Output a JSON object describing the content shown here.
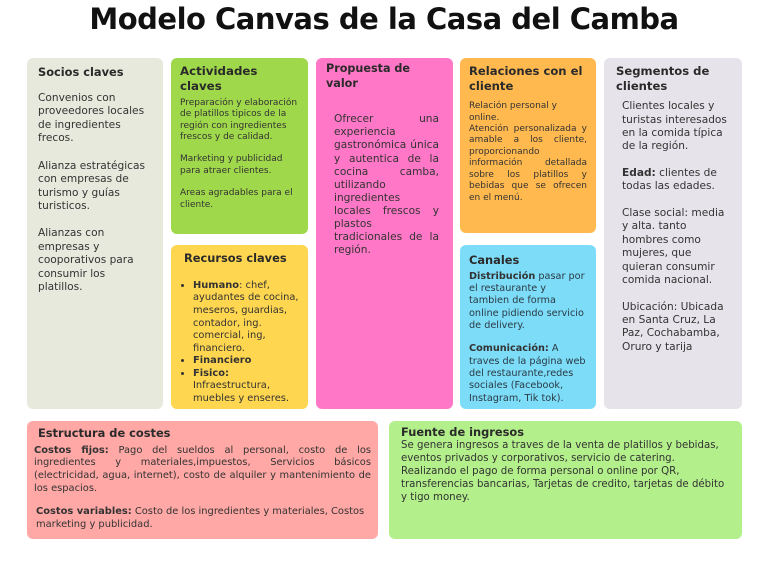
{
  "title": "Modelo Canvas de la Casa del Camba",
  "socios": {
    "heading": "Socios claves",
    "color": "#e6e9dc",
    "paragraphs": [
      "Convenios con proveedores locales de ingredientes frecos.",
      "Alianza estratégicas con empresas de turismo y guías turisticos.",
      "Alianzas con empresas y cooporativos para consumir los platillos."
    ]
  },
  "actividades": {
    "heading": "Actividades claves",
    "color": "#9fd84a",
    "paragraphs": [
      "Preparación y elaboración de platillos tipicos de la región con ingredientes frescos y de calidad.",
      "Marketing y publicidad para atraer clientes.",
      "Areas agradables para el cliente."
    ]
  },
  "recursos": {
    "heading": "Recursos claves",
    "color": "#ffd64f",
    "items": [
      {
        "label": "Humano",
        "text": ": chef, ayudantes de cocina, meseros, guardias, contador, ing. comercial, ing, financiero."
      },
      {
        "label": "Financiero",
        "text": ""
      },
      {
        "label": "Fisico:",
        "text": " Infraestructura, muebles y enseres."
      }
    ]
  },
  "propuesta": {
    "heading": "Propuesta de valor",
    "color": "#ff77c6",
    "text": "Ofrecer una experiencia gastronómica única y autentica de la cocina camba, utilizando ingredientes locales frescos y plastos tradicionales de la región."
  },
  "relaciones": {
    "heading": "Relaciones con el cliente",
    "color": "#ffb94f",
    "line1": "Relación personal y online.",
    "line2": "Atención personalizada y amable a los cliente, proporcionando información detallada sobre los platillos y bebidas que se ofrecen en el menú."
  },
  "canales": {
    "heading": "Canales",
    "color": "#7ddcf8",
    "items": [
      {
        "label": "Distribución",
        "text": " pasar por el restaurante y tambien de forma online pidiendo servicio de delivery."
      },
      {
        "label": "Comunicación:",
        "text": " A traves de la página web del restaurante,redes sociales (Facebook, Instagram, Tik tok)."
      }
    ]
  },
  "segmentos": {
    "heading": "Segmentos de clientes",
    "color": "#e6e3ea",
    "p1": "Clientes locales y turistas interesados en la comida típica de la región.",
    "edad_label": "Edad:",
    "edad_text": " clientes de todas las edades.",
    "p3": "Clase social: media y alta. tanto hombres como mujeres, que quieran  consumir comida nacional.",
    "p4": "Ubicación: Ubicada en Santa Cruz, La Paz, Cochabamba, Oruro y tarija"
  },
  "costes": {
    "heading": "Estructura de costes",
    "color": "#ffa8a5",
    "fijos_label": "Costos fijos:",
    "fijos_text": " Pago del sueldos al personal, costo de los ingredientes y materiales,impuestos, Servicios básicos (electricidad, agua, internet), costo de alquiler y mantenimiento de los espacios.",
    "variables_label": "Costos variables:",
    "variables_text": " Costo de los ingredientes y materiales, Costos marketing y publicidad."
  },
  "ingresos": {
    "heading": "Fuente de ingresos",
    "color": "#b3ef8a",
    "line1": "Se genera ingresos a traves de la venta de platillos y bebidas, eventos privados y corporativos, servicio de catering.",
    "line2": "Realizando el pago de forma personal o online por QR, transferencias bancarias, Tarjetas de credito, tarjetas de débito y tigo money."
  }
}
